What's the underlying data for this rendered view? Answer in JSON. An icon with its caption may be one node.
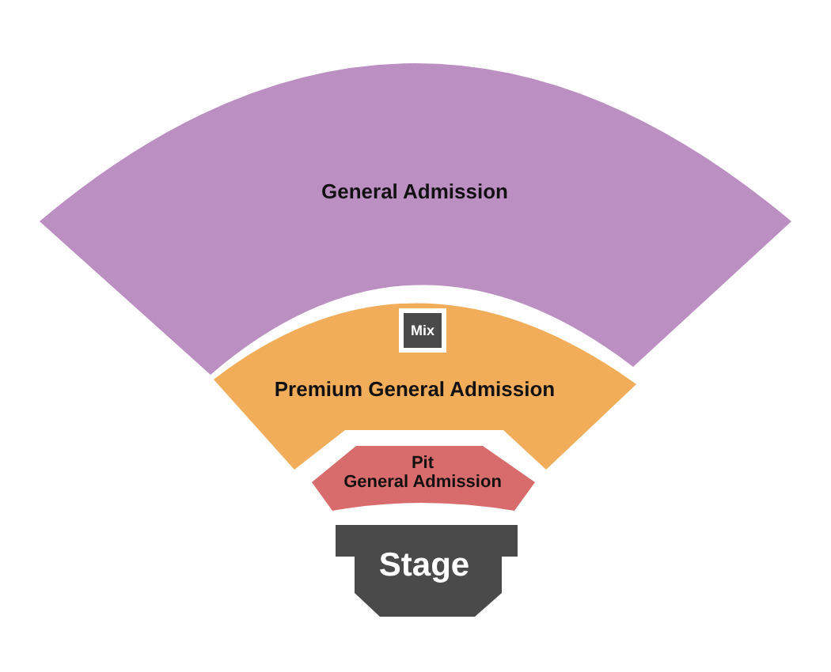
{
  "diagram": {
    "nodes": [
      {
        "text": [
          "General Admission"
        ]
      },
      {
        "text": [
          "Premium General Admission"
        ]
      },
      {
        "text": [
          "Mix"
        ],
        "in": 1
      },
      {
        "text": [
          "Pit General Admission"
        ]
      },
      {
        "text": [
          "Stage"
        ]
      }
    ]
  }
}
